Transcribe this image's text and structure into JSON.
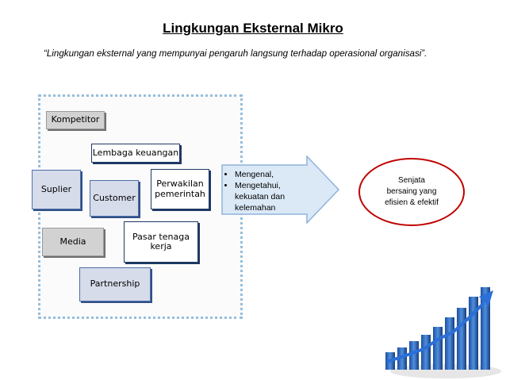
{
  "title": "Lingkungan Eksternal Mikro",
  "quote": "“Lingkungan eksternal yang mempunyai pengaruh langsung terhadap operasional organisasi”.",
  "factors": {
    "kompetitor": "Kompetitor",
    "lembaga_keuangan": "Lembaga keuangan",
    "suplier": "Suplier",
    "customer": "Customer",
    "perwakilan_pemerintah": "Perwakilan pemerintah",
    "media": "Media",
    "pasar_tenaga_kerja": "Pasar tenaga kerja",
    "partnership": "Partnership"
  },
  "arrow_bullets": [
    "Mengenal,",
    "Mengetahui, kekuatan dan kelemahan"
  ],
  "result": "Senjata\nbersaing yang\nefisien & efektif",
  "colors": {
    "frame": "#96bedc",
    "ellipse": "#c00000",
    "arrow_fill": "#dbe9f7",
    "arrow_border": "#8fb3d9",
    "bars": "#2f6fc9"
  },
  "icons": {
    "growth": "bar-chart-growth-arrow-icon"
  }
}
